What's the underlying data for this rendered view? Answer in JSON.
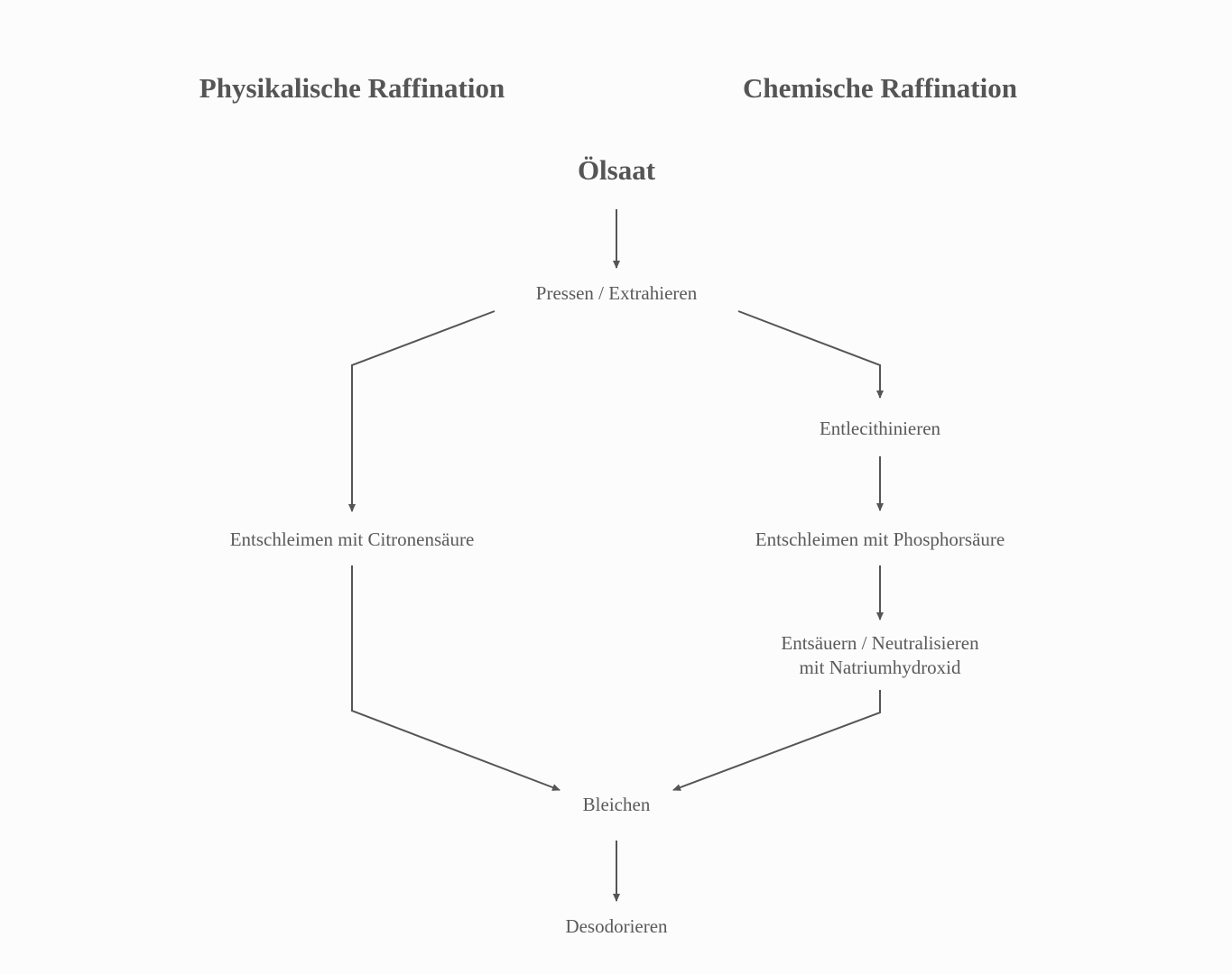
{
  "headings": {
    "physical": "Physikalische Raffination",
    "chemical": "Chemische Raffination"
  },
  "nodes": {
    "root": "Ölsaat",
    "press": "Pressen / Extrahieren",
    "lecithin": "Entlecithinieren",
    "degum_citric": "Entschleimen mit Citronensäure",
    "degum_phosphoric": "Entschleimen mit Phosphorsäure",
    "neutralize_line1": "Entsäuern / Neutralisieren",
    "neutralize_line2": "mit Natriumhydroxid",
    "bleach": "Bleichen",
    "deodorize": "Desodorieren"
  },
  "edges": [
    {
      "from": "root",
      "to": "press"
    },
    {
      "from": "press",
      "to": "degum_citric"
    },
    {
      "from": "press",
      "to": "lecithin"
    },
    {
      "from": "lecithin",
      "to": "degum_phosphoric"
    },
    {
      "from": "degum_phosphoric",
      "to": "neutralize"
    },
    {
      "from": "degum_citric",
      "to": "bleach"
    },
    {
      "from": "neutralize",
      "to": "bleach"
    },
    {
      "from": "bleach",
      "to": "deodorize"
    }
  ]
}
